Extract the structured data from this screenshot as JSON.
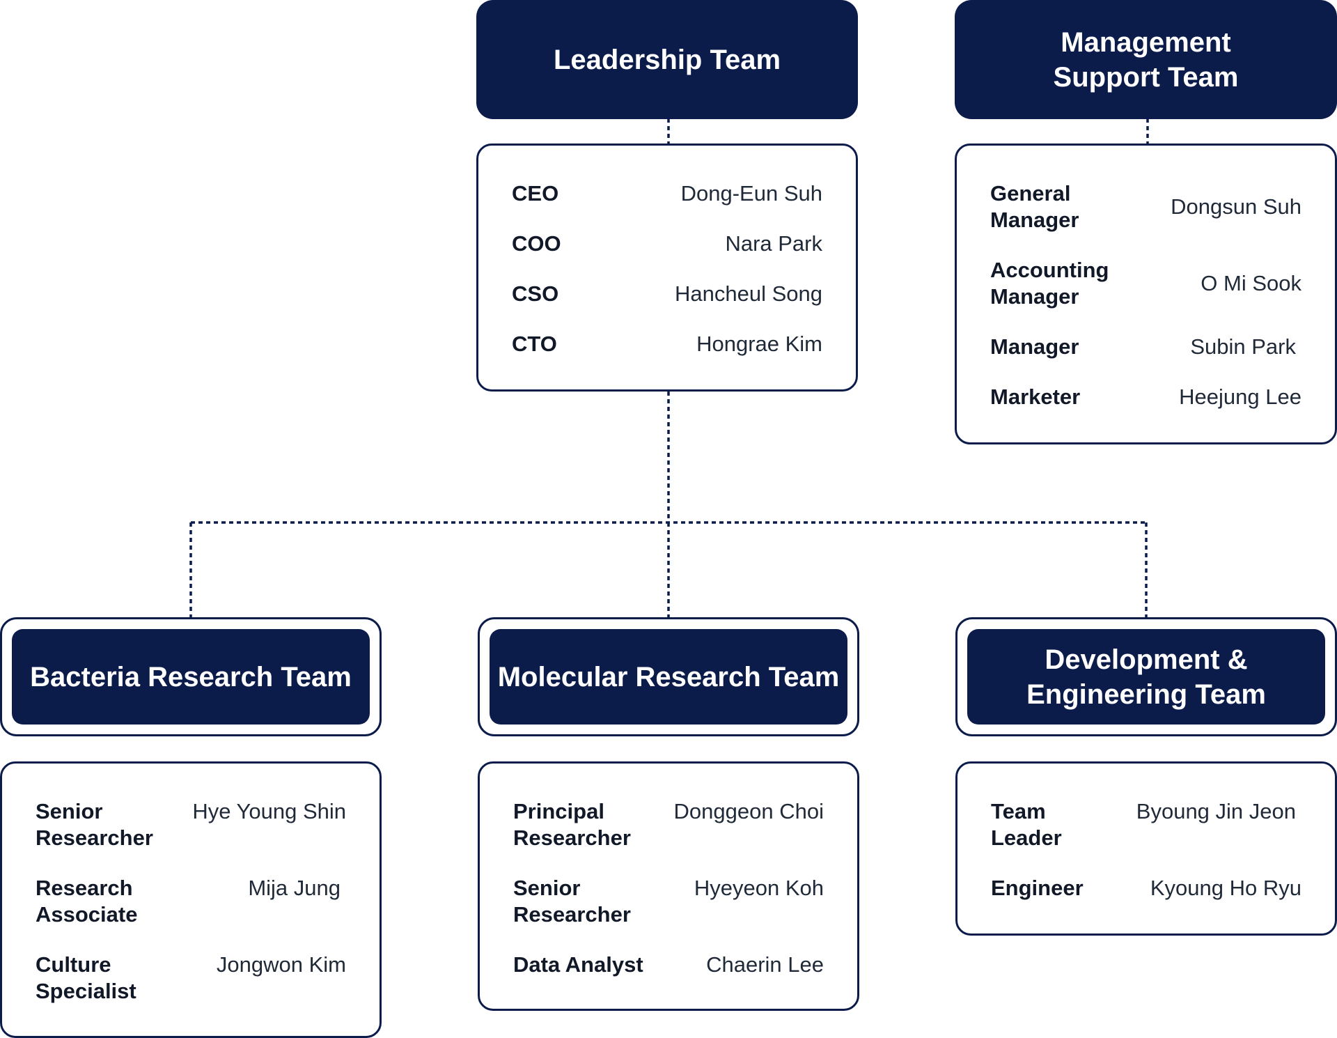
{
  "leadership": {
    "title": "Leadership Team",
    "members": [
      {
        "role": "CEO",
        "name": "Dong-Eun Suh"
      },
      {
        "role": "COO",
        "name": "Nara Park"
      },
      {
        "role": "CSO",
        "name": "Hancheul Song"
      },
      {
        "role": "CTO",
        "name": "Hongrae Kim"
      }
    ]
  },
  "management": {
    "title": "Management\nSupport Team",
    "members": [
      {
        "role": "General\nManager",
        "name": "Dongsun Suh"
      },
      {
        "role": "Accounting\nManager",
        "name": "O Mi Sook"
      },
      {
        "role": "Manager",
        "name": "Subin Park"
      },
      {
        "role": "Marketer",
        "name": "Heejung Lee"
      }
    ]
  },
  "bacteria": {
    "title": "Bacteria Research Team",
    "members": [
      {
        "role": "Senior\nResearcher",
        "name": "Hye Young Shin"
      },
      {
        "role": "Research\nAssociate",
        "name": "Mija Jung"
      },
      {
        "role": "Culture\nSpecialist",
        "name": "Jongwon Kim"
      }
    ]
  },
  "molecular": {
    "title": "Molecular Research Team",
    "members": [
      {
        "role": "Principal\nResearcher",
        "name": "Donggeon Choi"
      },
      {
        "role": "Senior\nResearcher",
        "name": "Hyeyeon Koh"
      },
      {
        "role": "Data Analyst",
        "name": "Chaerin Lee"
      }
    ]
  },
  "development": {
    "title": "Development &\nEngineering Team",
    "members": [
      {
        "role": "Team\nLeader",
        "name": "Byoung Jin Jeon"
      },
      {
        "role": "Engineer",
        "name": "Kyoung Ho Ryu"
      }
    ]
  }
}
